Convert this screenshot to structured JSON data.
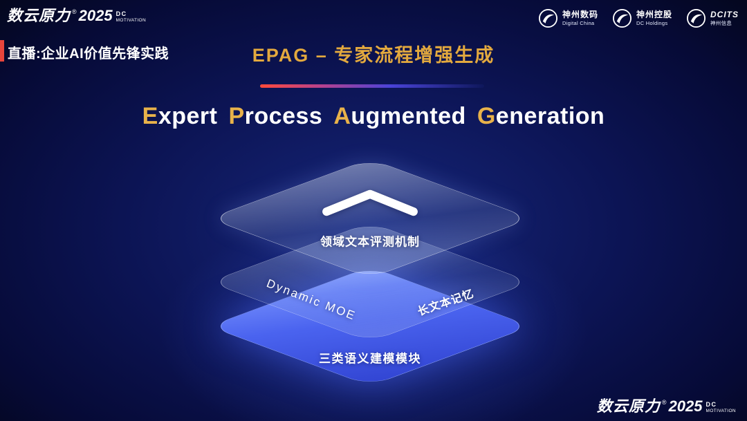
{
  "brand": {
    "name": "数云原力",
    "reg": "®",
    "year": "2025",
    "tag_line1": "DC",
    "tag_line2": "MOTIVATION"
  },
  "header": {
    "live_label": "直播:企业AI价值先锋实践",
    "title": "EPAG – 专家流程增强生成",
    "partners": [
      {
        "name": "神州数码",
        "sub": "Digital China"
      },
      {
        "name": "神州控股",
        "sub": "DC Holdings"
      },
      {
        "name": "DCITS",
        "sub": "神州信息"
      }
    ]
  },
  "main": {
    "en_title_words": [
      {
        "accent": "E",
        "rest": "xpert"
      },
      {
        "accent": "P",
        "rest": "rocess"
      },
      {
        "accent": "A",
        "rest": "ugmented"
      },
      {
        "accent": "G",
        "rest": "eneration"
      }
    ],
    "diagram": {
      "top_layer_label": "领域文本评测机制",
      "middle_left_label": "Dynamic  MOE",
      "middle_right_label": "长文本记忆",
      "bottom_label": "三类语义建模模块"
    }
  },
  "colors": {
    "accent_gold": "#E3A93E",
    "accent_red": "#E8453C",
    "layer_blue": "#4A63EF",
    "background_navy": "#0C1454"
  }
}
